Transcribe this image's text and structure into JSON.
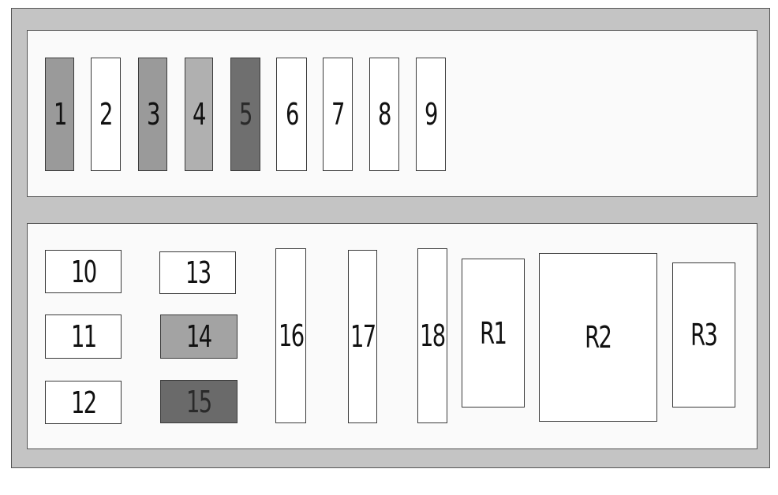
{
  "fuse_box": {
    "top_row": [
      {
        "label": "1",
        "shade": "#9a9a9a"
      },
      {
        "label": "2",
        "shade": "#ffffff"
      },
      {
        "label": "3",
        "shade": "#9a9a9a"
      },
      {
        "label": "4",
        "shade": "#b0b0b0"
      },
      {
        "label": "5",
        "shade": "#6f6f6f"
      },
      {
        "label": "6",
        "shade": "#ffffff"
      },
      {
        "label": "7",
        "shade": "#ffffff"
      },
      {
        "label": "8",
        "shade": "#ffffff"
      },
      {
        "label": "9",
        "shade": "#ffffff"
      }
    ],
    "bottom_fuses": [
      {
        "label": "10",
        "shade": "#ffffff"
      },
      {
        "label": "11",
        "shade": "#ffffff"
      },
      {
        "label": "12",
        "shade": "#ffffff"
      },
      {
        "label": "13",
        "shade": "#ffffff"
      },
      {
        "label": "14",
        "shade": "#a3a3a3"
      },
      {
        "label": "15",
        "shade": "#6a6a6a"
      },
      {
        "label": "16",
        "shade": "#ffffff"
      },
      {
        "label": "17",
        "shade": "#ffffff"
      },
      {
        "label": "18",
        "shade": "#ffffff"
      }
    ],
    "relays": [
      {
        "label": "R1",
        "shade": "#ffffff"
      },
      {
        "label": "R2",
        "shade": "#ffffff"
      },
      {
        "label": "R3",
        "shade": "#ffffff"
      }
    ]
  }
}
